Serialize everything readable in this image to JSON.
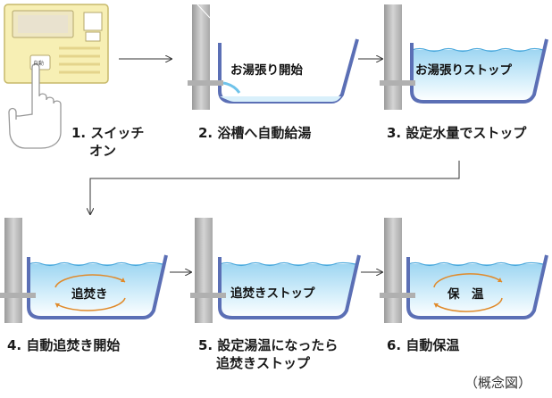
{
  "steps": [
    {
      "number": "1.",
      "label_line1": "スイッチ",
      "label_line2": "オン"
    },
    {
      "number": "2.",
      "label_line1": "浴槽へ自動給湯"
    },
    {
      "number": "3.",
      "label_line1": "設定水量でストップ"
    },
    {
      "number": "4.",
      "label_line1": "自動追焚き開始"
    },
    {
      "number": "5.",
      "label_line1": "設定湯温になったら",
      "label_line2": "追焚きストップ"
    },
    {
      "number": "6.",
      "label_line1": "自動保温"
    }
  ],
  "tub_labels": {
    "filling_start": "お湯張り開始",
    "filling_stop": "お湯張りストップ",
    "reheat": "追焚き",
    "reheat_stop": "追焚きストップ",
    "keep_warm": "保　温"
  },
  "controller": {
    "button_label": "自動"
  },
  "note": "（概念図）",
  "colors": {
    "tub_outline": "#5b6fb5",
    "water": "#bfe3f7",
    "wall": "#b5b5b5",
    "panel": "#f7efb4",
    "arrow_orange": "#e08a2a"
  }
}
